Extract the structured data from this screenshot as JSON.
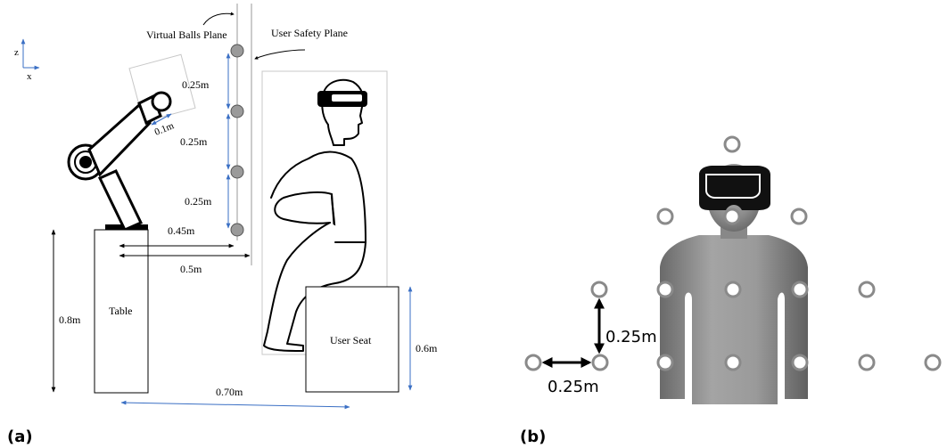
{
  "panel_a": {
    "caption": "(a)",
    "axis_z": "z",
    "axis_x": "x",
    "virtual_balls_plane_label": "Virtual Balls Plane",
    "user_safety_plane_label": "User Safety Plane",
    "dim_ball_spacing_1": "0.25m",
    "dim_ball_spacing_2": "0.25m",
    "dim_ball_spacing_3": "0.25m",
    "dim_gripper_offset": "0.1m",
    "dim_table_to_balls": "0.45m",
    "dim_table_to_safety": "0.5m",
    "dim_table_height": "0.8m",
    "dim_table_to_seat": "0.70m",
    "dim_seat_height": "0.6m",
    "table_label": "Table",
    "seat_label": "User Seat"
  },
  "panel_b": {
    "caption": "(b)",
    "dim_vertical_spacing": "0.25m",
    "dim_horizontal_spacing": "0.25m"
  },
  "colors": {
    "dimension_arrow": "#3a6fc4",
    "ball_fill": "#9a9a9a",
    "ball_outline_b": "#8a8a8a",
    "figure_gray": "#8c8c8c"
  }
}
